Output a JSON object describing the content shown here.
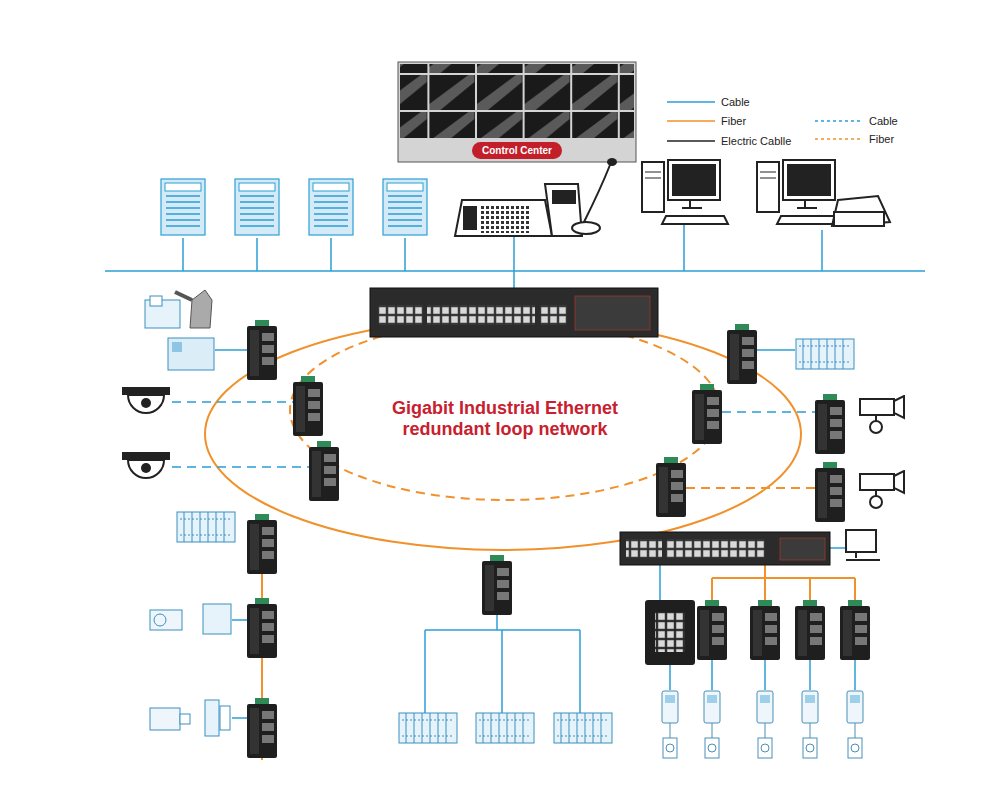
{
  "diagram": {
    "nodes": [
      {
        "text": [
          "Control Center"
        ]
      }
    ],
    "labels": [
      "Gigabit Industrial Ethernet redundant loop network"
    ],
    "legend": [
      {
        "text": "Cable"
      },
      {
        "text": "Fiber"
      },
      {
        "text": "Electric Cablle"
      },
      {
        "text": "Cable"
      },
      {
        "text": "Fiber"
      }
    ]
  }
}
